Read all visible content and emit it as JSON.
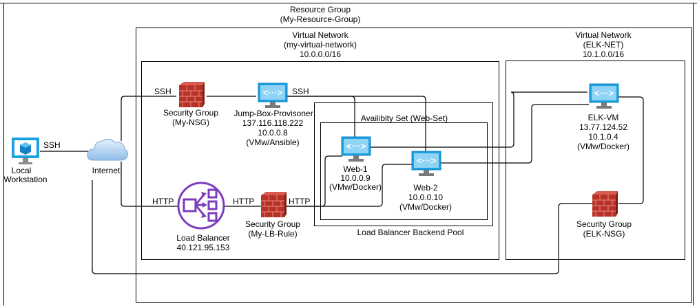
{
  "resource_group": {
    "title": "Resource Group",
    "name": "(My-Resource-Group)"
  },
  "vnet1": {
    "title": "Virtual Network",
    "name": "(my-virtual-network)",
    "cidr": "10.0.0.0/16"
  },
  "vnet2": {
    "title": "Virtual Network",
    "name": "(ELK-NET)",
    "cidr": "10.1.0.0/16"
  },
  "availability_set": {
    "label": "Availibity Set (Web-Set)"
  },
  "backend_pool": {
    "label": "Load Balancer Backend Pool"
  },
  "local_workstation": {
    "line1": "Local",
    "line2": "Workstation"
  },
  "internet": {
    "label": "Internet"
  },
  "my_nsg": {
    "title": "Security Group",
    "name": "(My-NSG)"
  },
  "jump_box": {
    "name": "Jump-Box-Provisoner",
    "public_ip": "137.116.118.222",
    "private_ip": "10.0.0.8",
    "type": "(VMw/Ansible)"
  },
  "web1": {
    "name": "Web-1",
    "ip": "10.0.0.9",
    "type": "(VMw/Docker)"
  },
  "web2": {
    "name": "Web-2",
    "ip": "10.0.0.10",
    "type": "(VMw/Docker)"
  },
  "elk_vm": {
    "name": "ELK-VM",
    "public_ip": "13.77.124.52",
    "private_ip": "10.1.0.4",
    "type": "(VMw/Docker)"
  },
  "load_balancer": {
    "name": "Load Balancer",
    "ip": "40.121.95.153"
  },
  "lb_nsg": {
    "title": "Security Group",
    "name": "(My-LB-Rule)"
  },
  "elk_nsg": {
    "title": "Security Group",
    "name": "(ELK-NSG)"
  },
  "connection_labels": {
    "ssh": "SSH",
    "http": "HTTP"
  },
  "colors": {
    "vm_blue": "#1ba1e2",
    "firewall_red": "#c0392b",
    "lb_purple": "#7d3cbd",
    "cloud_blue": "#b3d4f5"
  }
}
